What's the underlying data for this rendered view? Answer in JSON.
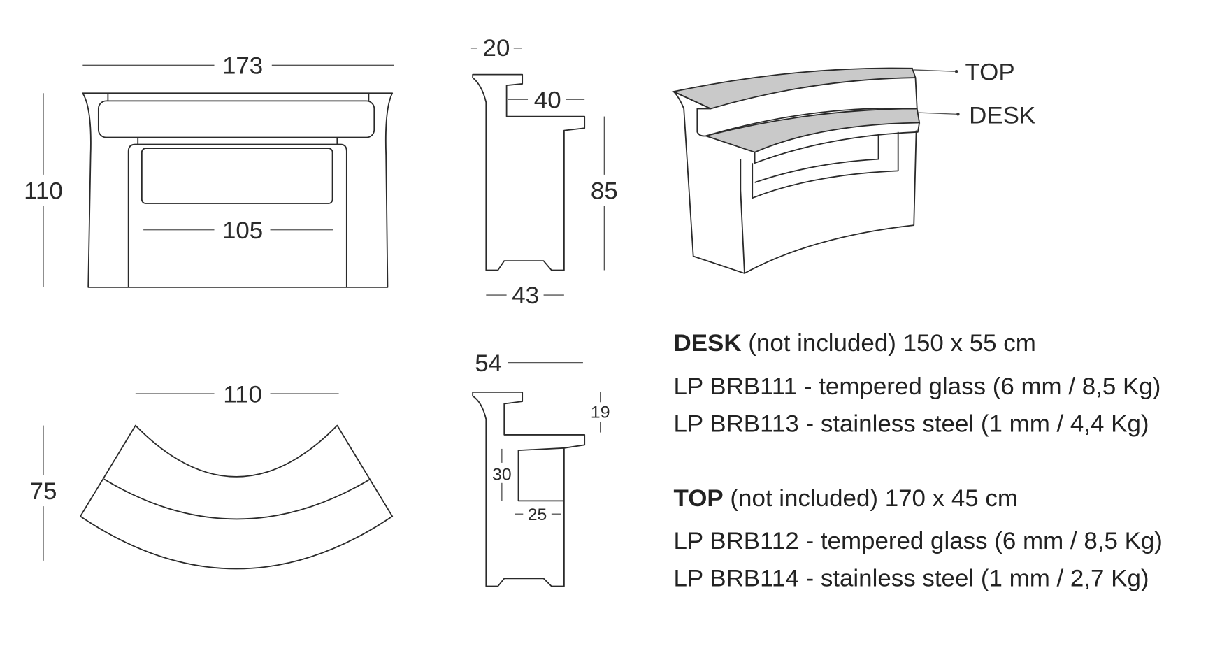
{
  "front_view": {
    "width": "173",
    "height": "110",
    "inner_width": "105"
  },
  "side_view": {
    "top_depth": "20",
    "desk_depth": "40",
    "height": "85",
    "base_depth": "43"
  },
  "perspective_view": {
    "callout_top": "TOP",
    "callout_desk": "DESK"
  },
  "plan_view": {
    "width": "110",
    "depth": "75"
  },
  "side_view_2": {
    "total_depth": "54",
    "desk_drop": "19",
    "shelf_height": "30",
    "shelf_depth": "25"
  },
  "specs": {
    "desk": {
      "title": "DESK",
      "subtitle": "(not included) 150 x 55 cm",
      "items": [
        "LP BRB111 - tempered glass (6 mm / 8,5 Kg)",
        "LP BRB113 - stainless steel (1 mm / 4,4 Kg)"
      ]
    },
    "top": {
      "title": "TOP",
      "subtitle": "(not included) 170 x 45 cm",
      "items": [
        "LP BRB112 - tempered glass (6 mm / 8,5 Kg)",
        "LP BRB114 - stainless steel (1 mm / 2,7 Kg)"
      ]
    }
  }
}
